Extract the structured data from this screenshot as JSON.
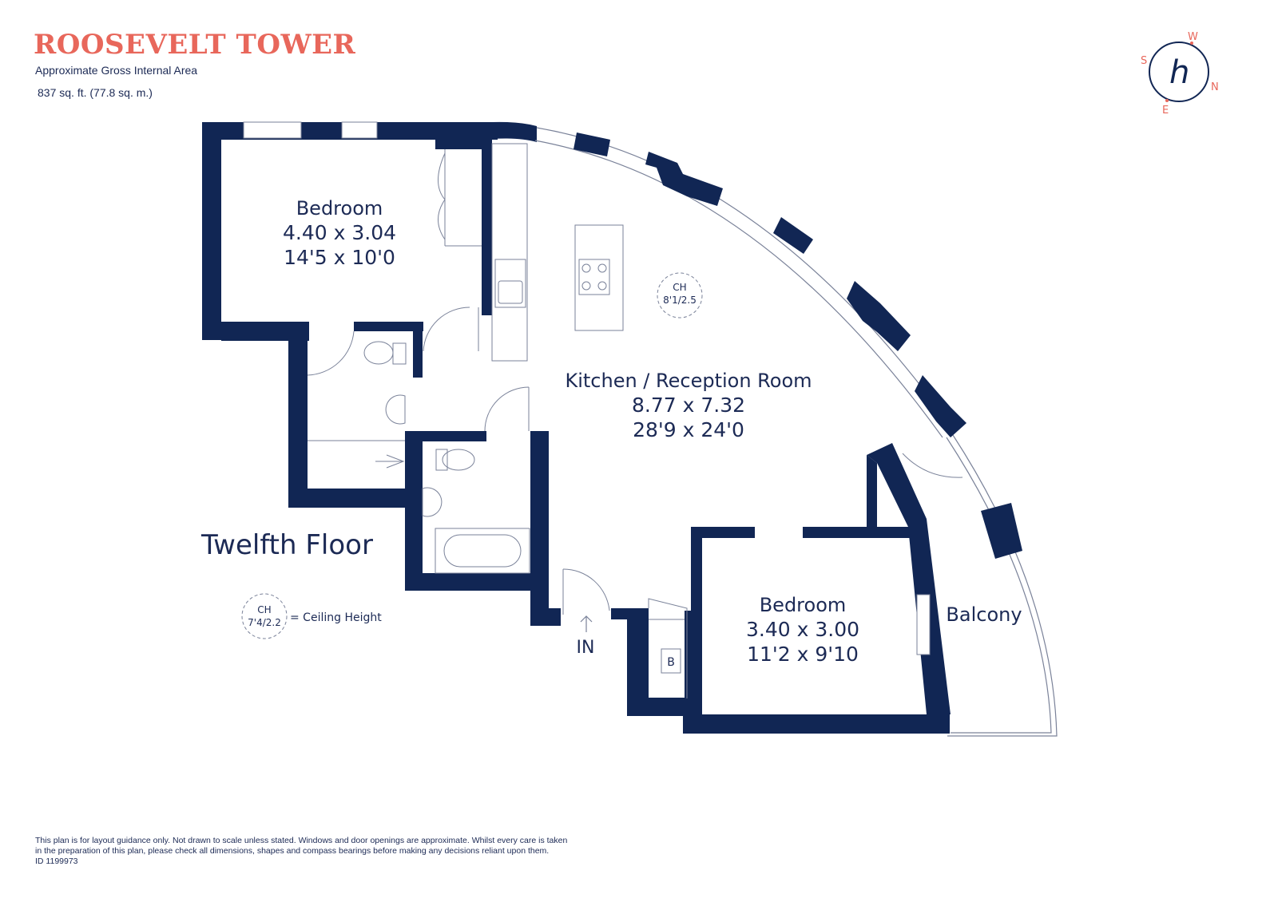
{
  "header": {
    "title": "ROOSEVELT TOWER",
    "subtitle": "Approximate Gross Internal Area",
    "area": "837 sq. ft. (77.8 sq. m.)"
  },
  "compass": {
    "n": "N",
    "s": "S",
    "e": "E",
    "w": "W",
    "logo": "h"
  },
  "rooms": {
    "bedroom1": {
      "name": "Bedroom",
      "metric": "4.40 x 3.04",
      "imperial": "14'5 x 10'0"
    },
    "kitchen": {
      "name": "Kitchen / Reception Room",
      "metric": "8.77 x 7.32",
      "imperial": "28'9 x 24'0"
    },
    "bedroom2": {
      "name": "Bedroom",
      "metric": "3.40 x 3.00",
      "imperial": "11'2 x 9'10"
    },
    "balcony": {
      "name": "Balcony"
    }
  },
  "ceiling": {
    "label": "CH",
    "value": "8'1/2.5"
  },
  "legend": {
    "label": "CH",
    "value": "7'4/2.2",
    "text": "= Ceiling Height"
  },
  "floor_name": "Twelfth Floor",
  "entry": "IN",
  "boiler": "B",
  "disclaimer": {
    "line1": "This plan is for layout guidance only. Not drawn to scale unless stated. Windows and door openings are approximate. Whilst every care is taken",
    "line2": "in the preparation of this plan, please check all dimensions, shapes and compass bearings before making any decisions reliant upon them.",
    "id": "ID 1199973"
  },
  "colors": {
    "wall": "#112654",
    "accent": "#e8675b",
    "text": "#1c2a55",
    "line": "#7a8299"
  }
}
